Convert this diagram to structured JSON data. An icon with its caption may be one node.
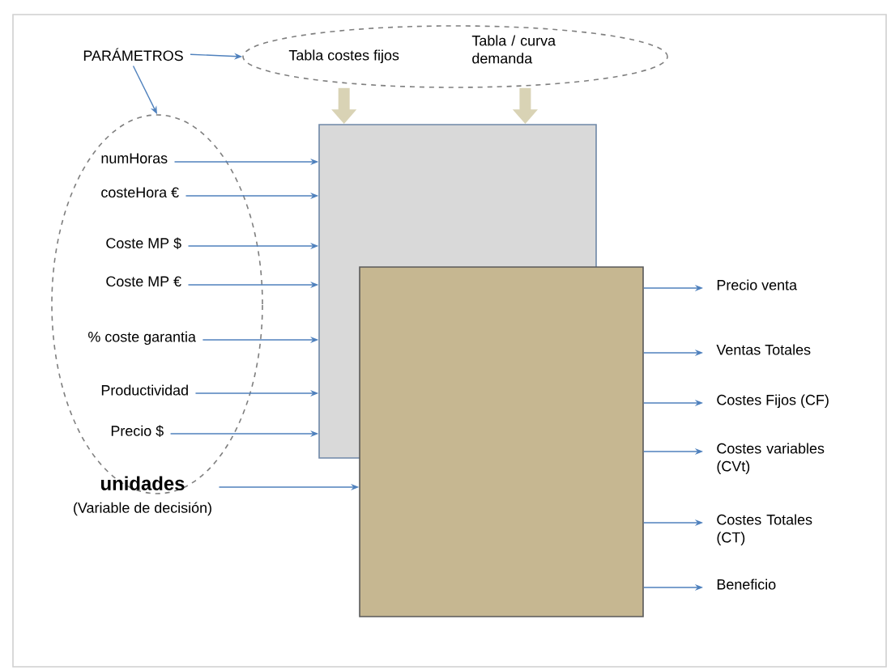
{
  "diagram": {
    "nodes": [
      {
        "text": [
          "PARÁMETROS"
        ]
      },
      {
        "text": [],
        "shape": "ellipse"
      },
      {
        "text": [
          "Tabla costes fijos"
        ],
        "in": 1
      },
      {
        "text": [
          "Tabla / curva demanda"
        ],
        "in": 1
      },
      {
        "text": [],
        "shape": "ellipse"
      },
      {
        "text": [
          "numHoras"
        ],
        "in": 4
      },
      {
        "text": [
          "costeHora €"
        ],
        "in": 4
      },
      {
        "text": [
          "Coste MP $"
        ],
        "in": 4
      },
      {
        "text": [
          "Coste MP €"
        ],
        "in": 4
      },
      {
        "text": [
          "% coste garantia"
        ],
        "in": 4
      },
      {
        "text": [
          "Productividad"
        ],
        "in": 4
      },
      {
        "text": [
          "Precio $"
        ],
        "in": 4
      },
      {
        "text": [],
        "shape": "box"
      },
      {
        "text": [],
        "shape": "box"
      },
      {
        "text": [
          "unidades",
          "(Variable de decisión)"
        ]
      },
      {
        "text": [
          "Precio venta"
        ]
      },
      {
        "text": [
          "Ventas Totales"
        ]
      },
      {
        "text": [
          "Costes Fijos (CF)"
        ]
      },
      {
        "text": [
          "Costes variables (CVt)"
        ]
      },
      {
        "text": [
          "Costes Totales (CT)"
        ]
      },
      {
        "text": [
          "Beneficio"
        ]
      }
    ],
    "edges": [
      {
        "from": 0,
        "to": 1,
        "arrow": "to"
      },
      {
        "from": 0,
        "to": 4,
        "arrow": "to"
      },
      {
        "from": 2,
        "to": 12,
        "arrow": "to",
        "style": "thick",
        "color": "#d9d3b5"
      },
      {
        "from": 3,
        "to": 12,
        "arrow": "to",
        "style": "thick",
        "color": "#d9d3b5"
      },
      {
        "from": 5,
        "to": 12,
        "arrow": "to"
      },
      {
        "from": 6,
        "to": 12,
        "arrow": "to"
      },
      {
        "from": 7,
        "to": 12,
        "arrow": "to"
      },
      {
        "from": 8,
        "to": 12,
        "arrow": "to"
      },
      {
        "from": 9,
        "to": 12,
        "arrow": "to"
      },
      {
        "from": 10,
        "to": 12,
        "arrow": "to"
      },
      {
        "from": 11,
        "to": 12,
        "arrow": "to"
      },
      {
        "from": 14,
        "to": 13,
        "arrow": "to"
      },
      {
        "from": 13,
        "to": 15,
        "arrow": "to"
      },
      {
        "from": 13,
        "to": 16,
        "arrow": "to"
      },
      {
        "from": 13,
        "to": 17,
        "arrow": "to"
      },
      {
        "from": 13,
        "to": 18,
        "arrow": "to"
      },
      {
        "from": 13,
        "to": 19,
        "arrow": "to"
      },
      {
        "from": 13,
        "to": 20,
        "arrow": "to"
      }
    ]
  }
}
